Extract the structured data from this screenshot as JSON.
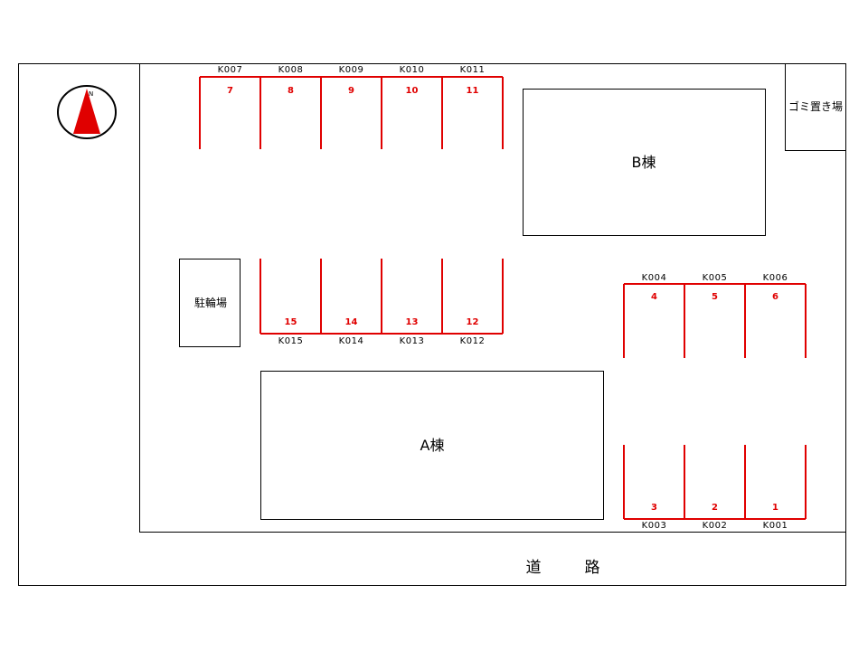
{
  "labels": {
    "building_b": "B棟",
    "building_a": "A棟",
    "bicycle_parking": "駐輪場",
    "garbage_area": "ゴミ置き場",
    "road_1": "道",
    "road_2": "路",
    "compass_north": "N"
  },
  "colors": {
    "parking_line": "#e00000",
    "outline": "#000000",
    "compass_arrow": "#e00000"
  },
  "parking_rows": {
    "top_left": [
      {
        "number": "7",
        "code": "K007"
      },
      {
        "number": "8",
        "code": "K008"
      },
      {
        "number": "9",
        "code": "K009"
      },
      {
        "number": "10",
        "code": "K010"
      },
      {
        "number": "11",
        "code": "K011"
      }
    ],
    "middle_left": [
      {
        "number": "15",
        "code": "K015"
      },
      {
        "number": "14",
        "code": "K014"
      },
      {
        "number": "13",
        "code": "K013"
      },
      {
        "number": "12",
        "code": "K012"
      }
    ],
    "right_upper": [
      {
        "number": "4",
        "code": "K004"
      },
      {
        "number": "5",
        "code": "K005"
      },
      {
        "number": "6",
        "code": "K006"
      }
    ],
    "right_lower": [
      {
        "number": "3",
        "code": "K003"
      },
      {
        "number": "2",
        "code": "K002"
      },
      {
        "number": "1",
        "code": "K001"
      }
    ]
  }
}
